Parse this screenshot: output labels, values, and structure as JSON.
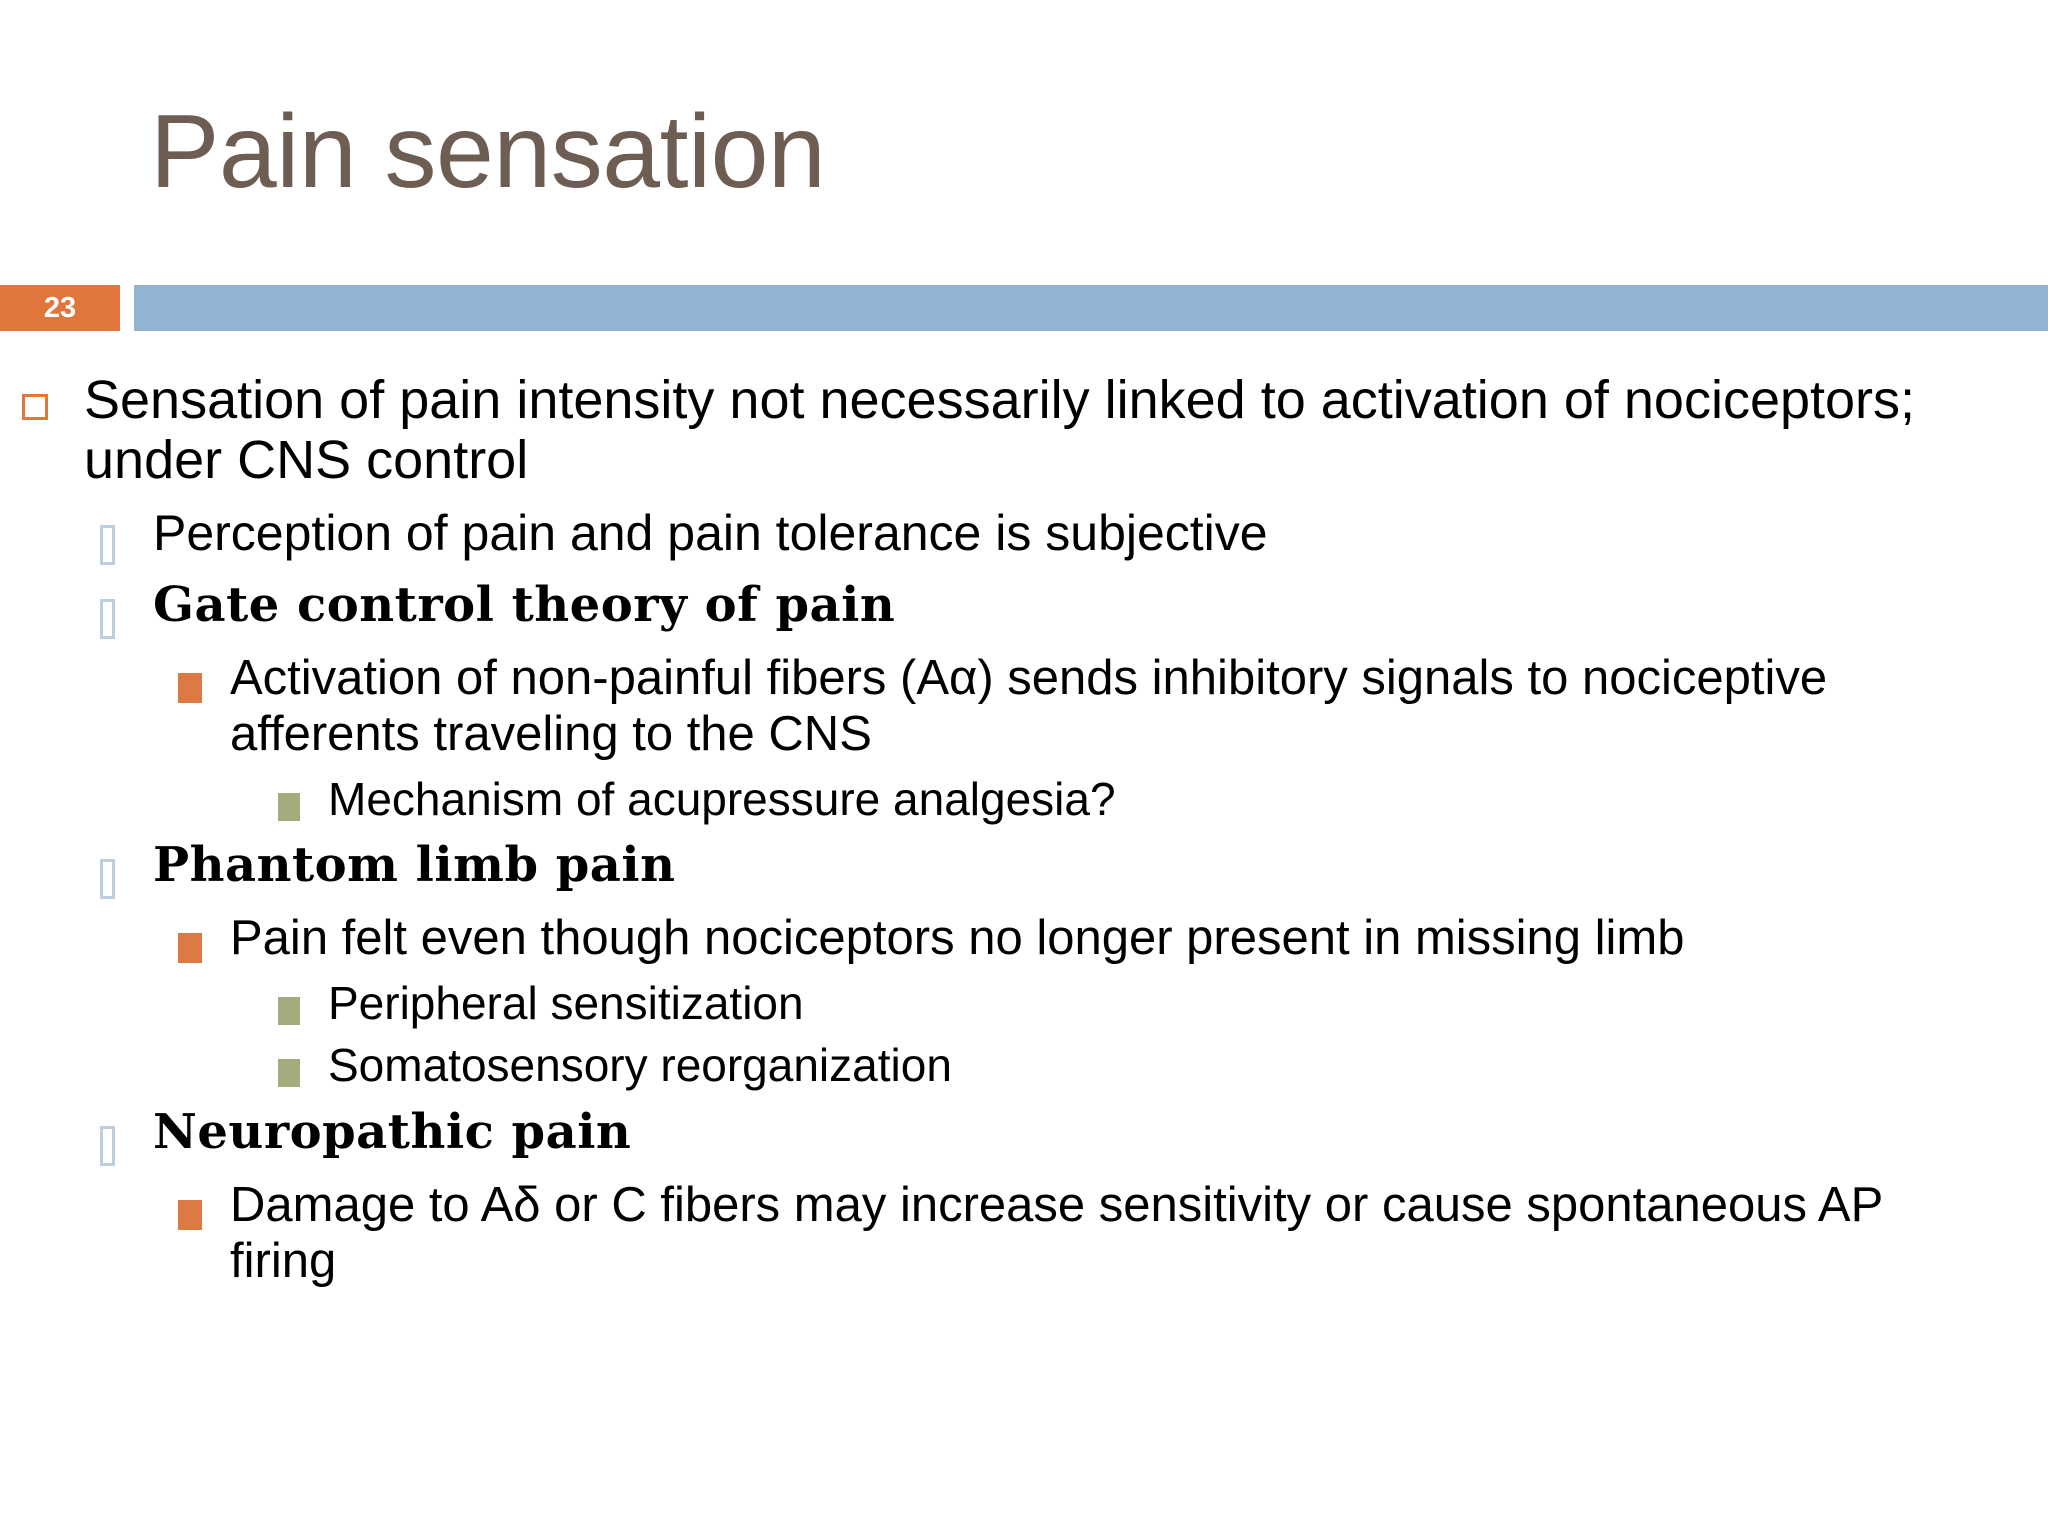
{
  "slide": {
    "title": "Pain sensation",
    "page_number": "23",
    "title_color": "#6E5D53",
    "accent_orange": "#E0763C",
    "accent_blue": "#93B4D3",
    "bullet_l1_color": "#E0763C",
    "bullet_l2_color": "#BBCFE0",
    "bullet_l3_color": "#DB7B43",
    "bullet_l4_color": "#A3AC7D"
  },
  "content": {
    "b1": "Sensation of pain intensity not necessarily linked to activation of nociceptors; under CNS control",
    "b2": "Perception of pain and pain tolerance is subjective",
    "b3": "Gate control theory of pain",
    "b4": "Activation of non-painful fibers (Aα) sends inhibitory signals to nociceptive afferents traveling to the CNS",
    "b5": "Mechanism of acupressure analgesia?",
    "b6": "Phantom limb pain",
    "b7": "Pain felt even though nociceptors no longer present in missing limb",
    "b8": "Peripheral sensitization",
    "b9": "Somatosensory reorganization",
    "b10": "Neuropathic pain",
    "b11": "Damage to Aδ or C fibers may increase sensitivity or cause spontaneous AP firing"
  }
}
